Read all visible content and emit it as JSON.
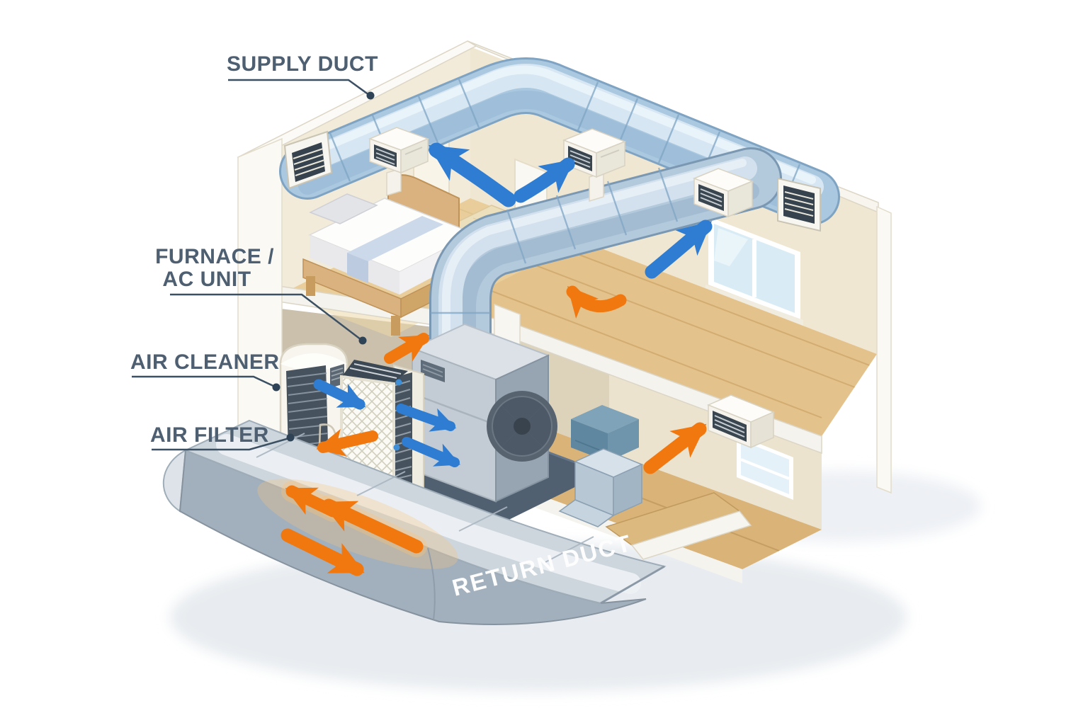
{
  "scene": {
    "background": "#ffffff",
    "type": "hvac-airflow-cutaway-illustration"
  },
  "callouts": {
    "supply_duct": "SUPPLY DUCT",
    "furnace_ac_line1": "FURNACE /",
    "furnace_ac_line2": "AC UNIT",
    "air_cleaner": "AIR CLEANER",
    "air_filter": "AIR FILTER"
  },
  "duct_labels": {
    "return_duct": "RETURN DUCT"
  },
  "colors": {
    "label_text": "#4d5f71",
    "leader_line": "#3c5064",
    "supply_air_arrow": "#2f7dd3",
    "return_air_arrow": "#f1770f",
    "supply_duct": "#b9d3e7",
    "return_duct_top": "#cdd6dd",
    "return_duct_front": "#a2b0bd",
    "wall_cream": "#f2ebd9",
    "floor_wood": "#e4c28c",
    "furnace_body": "#c3ccd4",
    "platform_dark": "#516070"
  }
}
